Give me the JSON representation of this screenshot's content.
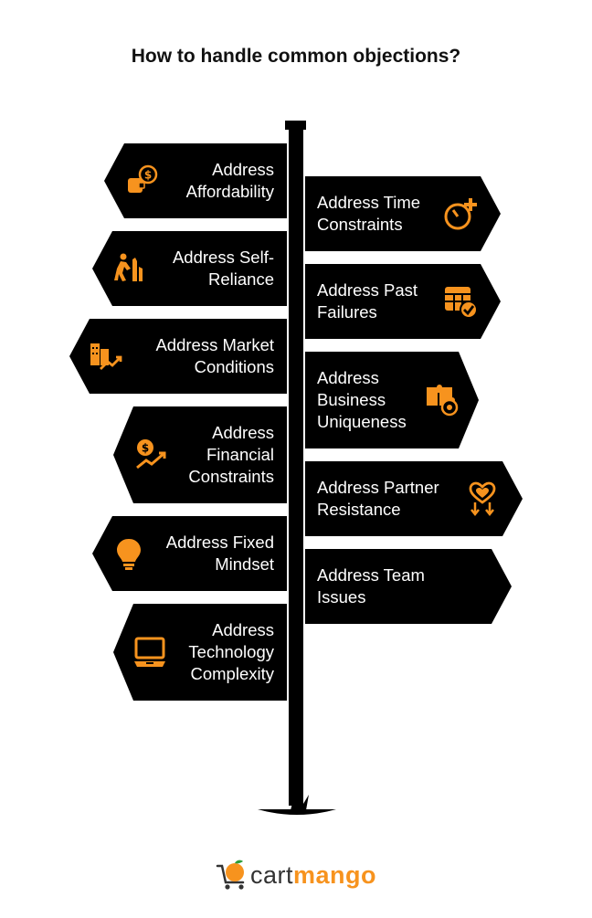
{
  "title": "How to handle common objections?",
  "colors": {
    "accent": "#f7931e",
    "sign": "#000000",
    "text": "#ffffff"
  },
  "signs_left": [
    {
      "label": "Address\nAffordability",
      "icon": "wallet-dollar-icon"
    },
    {
      "label": "Address Self-\nReliance",
      "icon": "climber-icon"
    },
    {
      "label": "Address Market\nConditions",
      "icon": "buildings-trend-icon"
    },
    {
      "label": "Address\nFinancial\nConstraints",
      "icon": "coin-growth-icon"
    },
    {
      "label": "Address Fixed\nMindset",
      "icon": "lightbulb-icon"
    },
    {
      "label": "Address\nTechnology\nComplexity",
      "icon": "laptop-icon"
    }
  ],
  "signs_right": [
    {
      "label": "Address Time\nConstraints",
      "icon": "stopwatch-plus-icon"
    },
    {
      "label": "Address Past\nFailures",
      "icon": "table-check-icon"
    },
    {
      "label": "Address\nBusiness\nUniqueness",
      "icon": "puzzle-gear-icon"
    },
    {
      "label": "Address Partner\nResistance",
      "icon": "heart-arrows-icon"
    },
    {
      "label": "Address Team\nIssues",
      "icon": ""
    }
  ],
  "brand": {
    "part1": "cart",
    "part2": "mango"
  }
}
